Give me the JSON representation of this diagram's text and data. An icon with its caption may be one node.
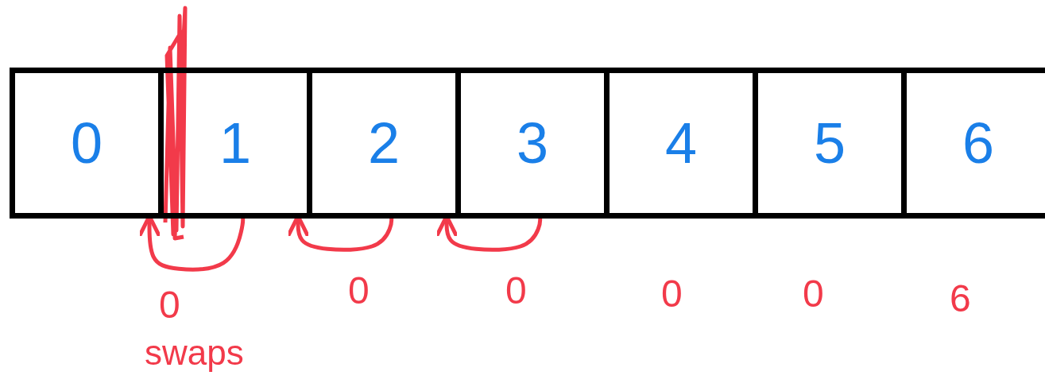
{
  "diagram": {
    "nodes": [
      {
        "text": [
          "0"
        ]
      },
      {
        "text": [
          "1"
        ]
      },
      {
        "text": [
          "2"
        ]
      },
      {
        "text": [
          "3"
        ]
      },
      {
        "text": [
          "4"
        ]
      },
      {
        "text": [
          "5"
        ]
      },
      {
        "text": [
          "6"
        ]
      }
    ],
    "edges": [
      {
        "from": 1,
        "to": 0,
        "arrow": "to",
        "color": "#f23a4a"
      },
      {
        "from": 2,
        "to": 1,
        "arrow": "to",
        "color": "#f23a4a"
      },
      {
        "from": 3,
        "to": 2,
        "arrow": "to",
        "color": "#f23a4a"
      }
    ],
    "labels": [
      "0",
      "0",
      "0",
      "0",
      "0",
      "6",
      "swaps"
    ]
  }
}
